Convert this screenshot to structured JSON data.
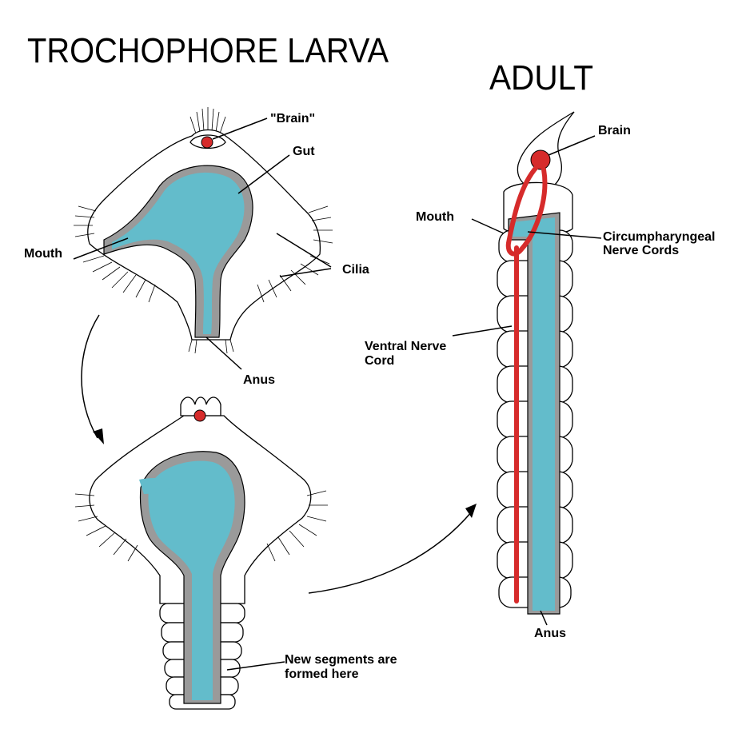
{
  "titles": {
    "larva": "TROCHOPHORE LARVA",
    "adult": "ADULT"
  },
  "labels": {
    "brain_larva": "\"Brain\"",
    "gut": "Gut",
    "mouth_larva": "Mouth",
    "cilia": "Cilia",
    "anus_larva": "Anus",
    "new_segments_1": "New segments are",
    "new_segments_2": "formed here",
    "brain_adult": "Brain",
    "mouth_adult": "Mouth",
    "circum_1": "Circumpharyngeal",
    "circum_2": "Nerve Cords",
    "ventral_1": "Ventral Nerve",
    "ventral_2": "Cord",
    "anus_adult": "Anus"
  },
  "colors": {
    "gut": "#63bccb",
    "nerve": "#d62b2b",
    "gut_wall": "#9a9a9a"
  }
}
